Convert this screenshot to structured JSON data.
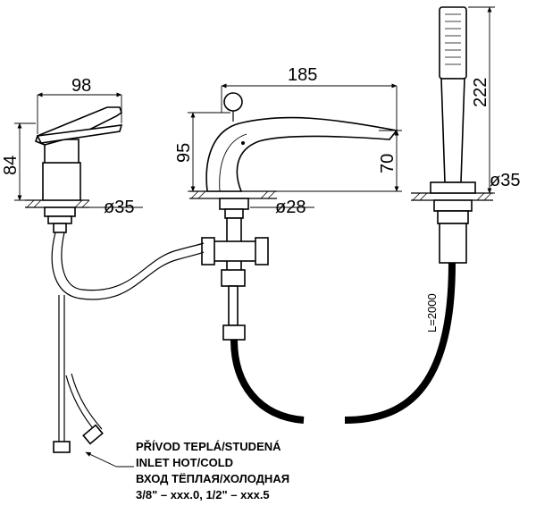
{
  "dimensions": {
    "mixer_width": "98",
    "mixer_height": "84",
    "mixer_hole": "ø35",
    "spout_length": "185",
    "spout_height": "95",
    "spout_outlet_height": "70",
    "spout_hole": "ø28",
    "shower_height": "222",
    "shower_hole": "ø35",
    "hose_length": "L=2000"
  },
  "inlet_note": {
    "line1": "PŘÍVOD TEPLÁ/STUDENÁ",
    "line2": "INLET HOT/COLD",
    "line3": "ВХОД ТЁПЛАЯ/ХОЛОДНАЯ",
    "line4": "3/8\" – xxx.0, 1/2\" – xxx.5"
  }
}
